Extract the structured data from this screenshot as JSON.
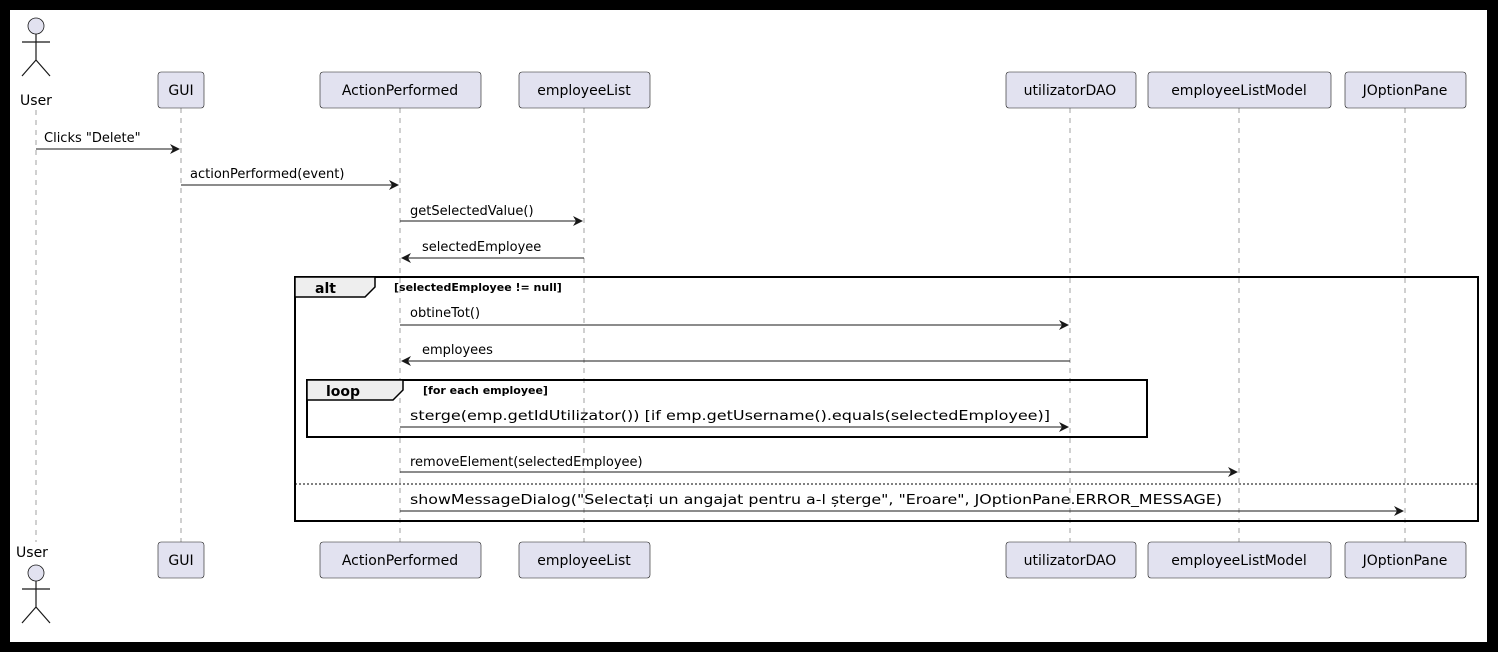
{
  "participants": [
    {
      "id": "user",
      "label": "User",
      "kind": "actor"
    },
    {
      "id": "gui",
      "label": "GUI",
      "kind": "box"
    },
    {
      "id": "action",
      "label": "ActionPerformed",
      "kind": "box"
    },
    {
      "id": "empList",
      "label": "employeeList",
      "kind": "box"
    },
    {
      "id": "dao",
      "label": "utilizatorDAO",
      "kind": "box"
    },
    {
      "id": "model",
      "label": "employeeListModel",
      "kind": "box"
    },
    {
      "id": "pane",
      "label": "JOptionPane",
      "kind": "box"
    }
  ],
  "messages": [
    {
      "from": "user",
      "to": "gui",
      "label": "Clicks \"Delete\""
    },
    {
      "from": "gui",
      "to": "action",
      "label": "actionPerformed(event)"
    },
    {
      "from": "action",
      "to": "empList",
      "label": "getSelectedValue()"
    },
    {
      "from": "empList",
      "to": "action",
      "label": "selectedEmployee"
    },
    {
      "from": "action",
      "to": "dao",
      "label": "obtineTot()"
    },
    {
      "from": "dao",
      "to": "action",
      "label": "employees"
    },
    {
      "from": "action",
      "to": "dao",
      "label": "sterge(emp.getIdUtilizator()) [if emp.getUsername().equals(selectedEmployee)]"
    },
    {
      "from": "action",
      "to": "model",
      "label": "removeElement(selectedEmployee)"
    },
    {
      "from": "action",
      "to": "pane",
      "label": "showMessageDialog(\"Selectați un angajat pentru a-l șterge\", \"Eroare\", JOptionPane.ERROR_MESSAGE)"
    }
  ],
  "fragments": [
    {
      "kind": "alt",
      "label": "alt",
      "guard": "[selectedEmployee != null]"
    },
    {
      "kind": "loop",
      "label": "loop",
      "guard": "[for each employee]"
    }
  ],
  "colors": {
    "participant_fill": "#e2e2f0",
    "lifeline": "#a0a0a0",
    "frame_tab": "#eeeeee"
  }
}
